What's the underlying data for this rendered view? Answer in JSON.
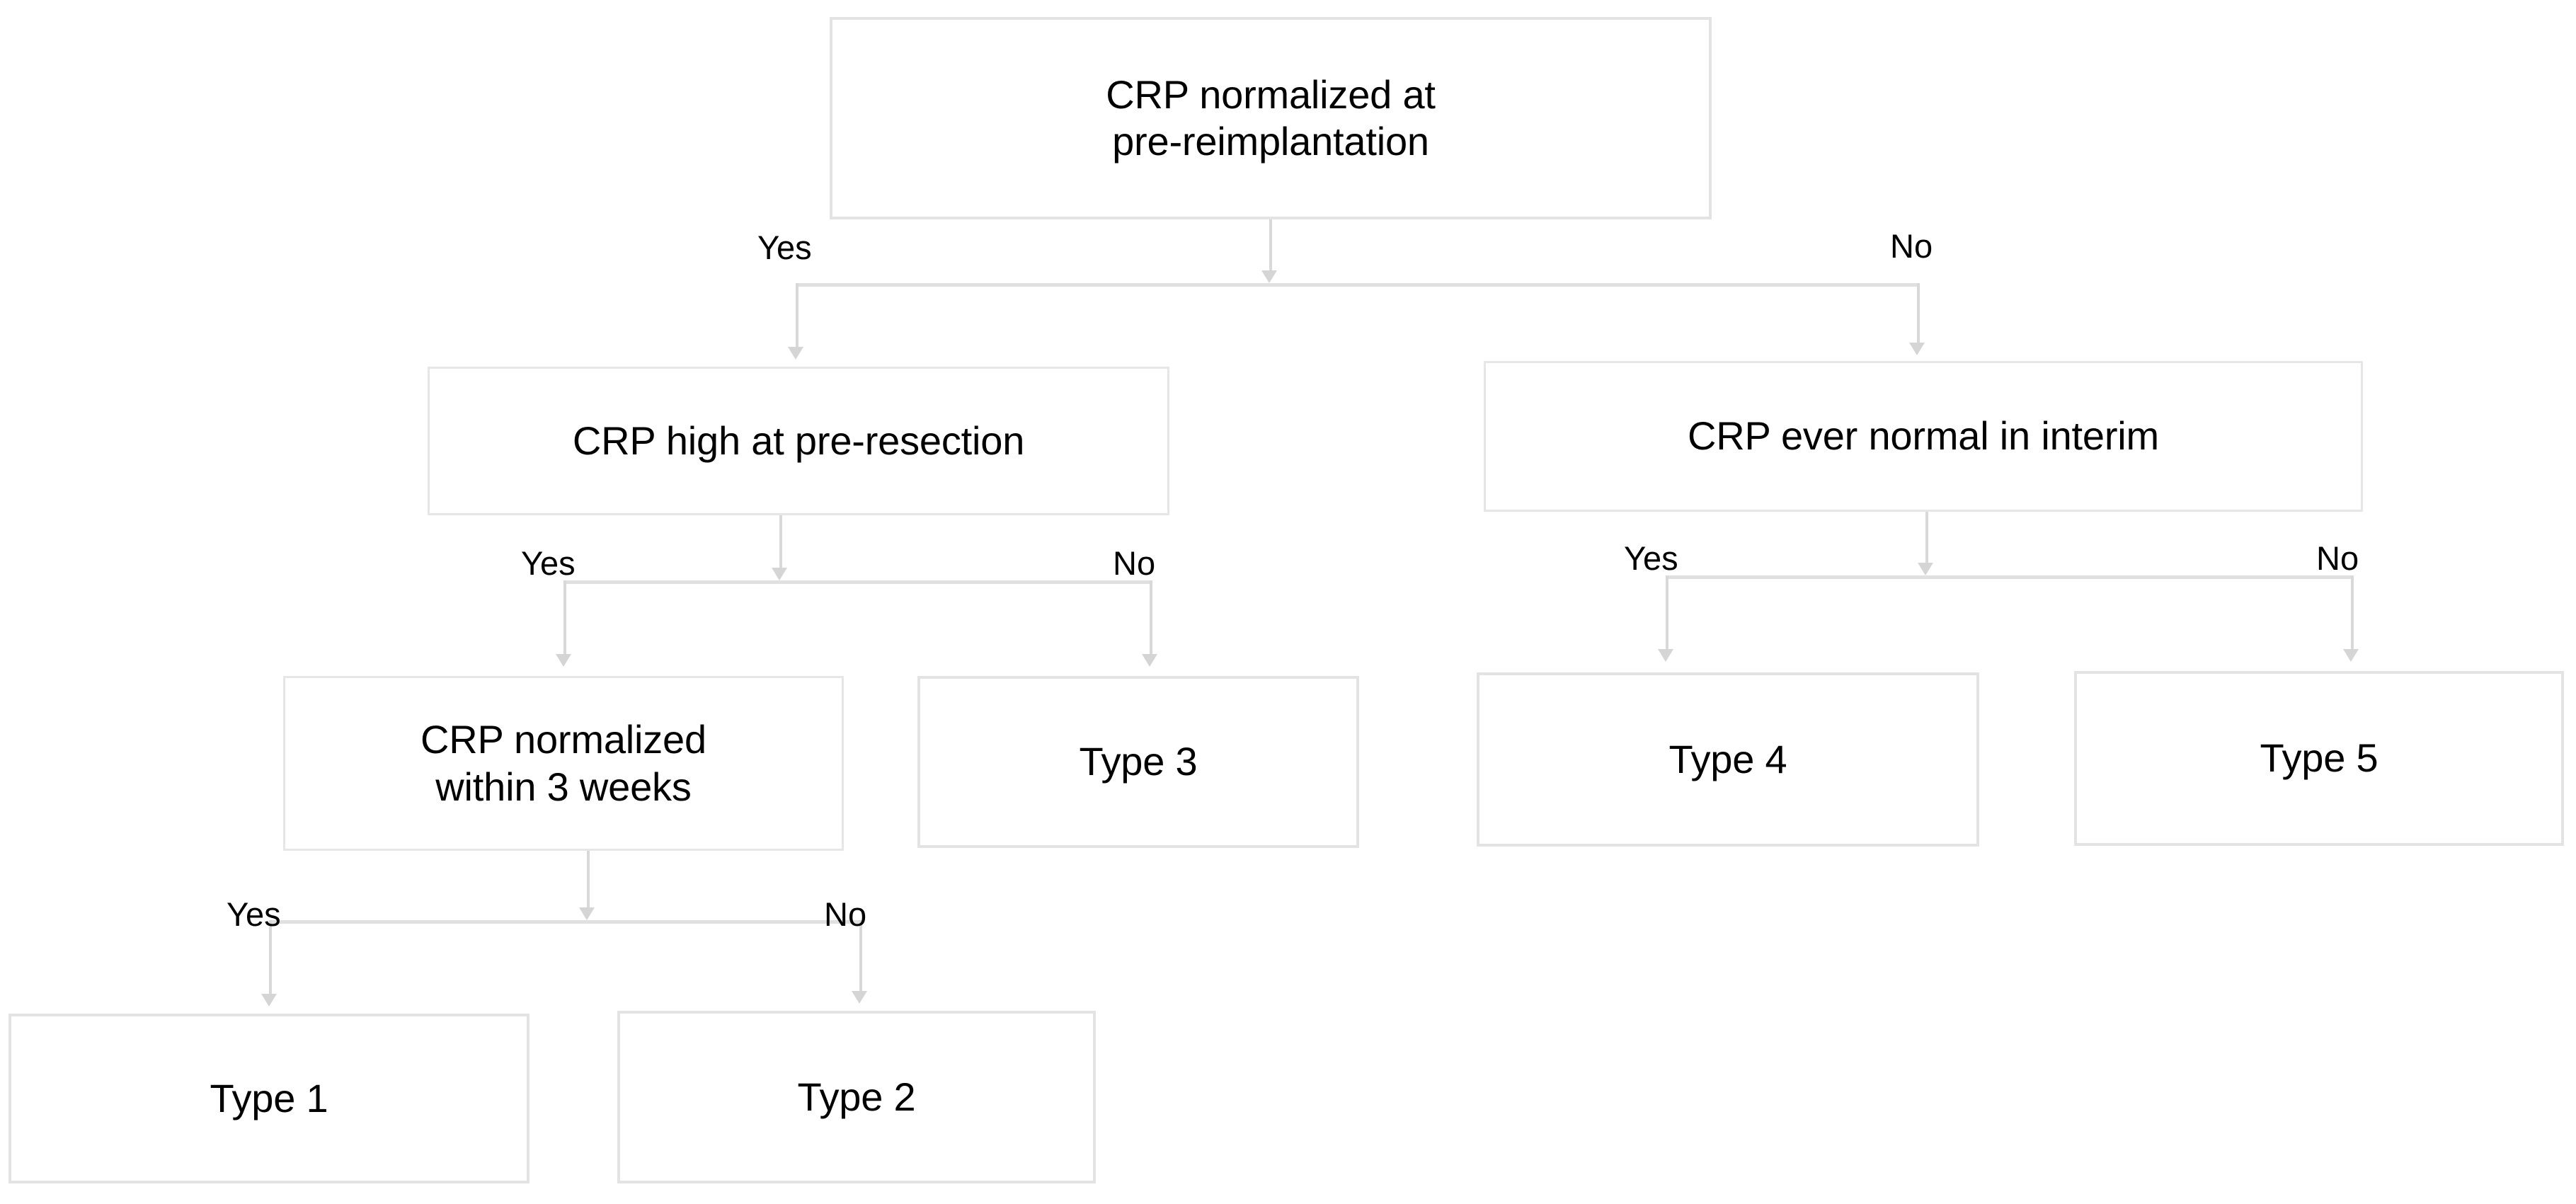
{
  "diagram": {
    "title": "CRP normalization decision tree",
    "type": "decision-tree-flowchart",
    "colors": {
      "box_border": "#e3e3e3",
      "connector": "#d9d9d9",
      "arrowhead": "#d5d5d5",
      "text": "#000000",
      "background": "#ffffff"
    },
    "nodes": {
      "root": {
        "line1": "CRP normalized at",
        "line2": "pre-reimplantation"
      },
      "left_l2": {
        "line1": "CRP high at pre-resection"
      },
      "right_l2": {
        "line1": "CRP ever normal in interim"
      },
      "left_l3": {
        "line1": "CRP normalized",
        "line2": "within 3 weeks"
      },
      "type3": {
        "line1": "Type 3"
      },
      "type4": {
        "line1": "Type 4"
      },
      "type5": {
        "line1": "Type 5"
      },
      "type1": {
        "line1": "Type 1"
      },
      "type2": {
        "line1": "Type 2"
      }
    },
    "edge_labels": {
      "root_yes": "Yes",
      "root_no": "No",
      "left_l2_yes": "Yes",
      "left_l2_no": "No",
      "right_l2_yes": "Yes",
      "right_l2_no": "No",
      "left_l3_yes": "Yes",
      "left_l3_no": "No"
    }
  },
  "chart_data": {
    "type": "table",
    "title": "CRP normalization decision tree",
    "decision_paths": [
      {
        "outcome": "Type 1",
        "path": [
          {
            "question": "CRP normalized at pre-reimplantation",
            "answer": "Yes"
          },
          {
            "question": "CRP high at pre-resection",
            "answer": "Yes"
          },
          {
            "question": "CRP normalized within 3 weeks",
            "answer": "Yes"
          }
        ]
      },
      {
        "outcome": "Type 2",
        "path": [
          {
            "question": "CRP normalized at pre-reimplantation",
            "answer": "Yes"
          },
          {
            "question": "CRP high at pre-resection",
            "answer": "Yes"
          },
          {
            "question": "CRP normalized within 3 weeks",
            "answer": "No"
          }
        ]
      },
      {
        "outcome": "Type 3",
        "path": [
          {
            "question": "CRP normalized at pre-reimplantation",
            "answer": "Yes"
          },
          {
            "question": "CRP high at pre-resection",
            "answer": "No"
          }
        ]
      },
      {
        "outcome": "Type 4",
        "path": [
          {
            "question": "CRP normalized at pre-reimplantation",
            "answer": "No"
          },
          {
            "question": "CRP ever normal in interim",
            "answer": "Yes"
          }
        ]
      },
      {
        "outcome": "Type 5",
        "path": [
          {
            "question": "CRP normalized at pre-reimplantation",
            "answer": "No"
          },
          {
            "question": "CRP ever normal in interim",
            "answer": "No"
          }
        ]
      }
    ]
  }
}
